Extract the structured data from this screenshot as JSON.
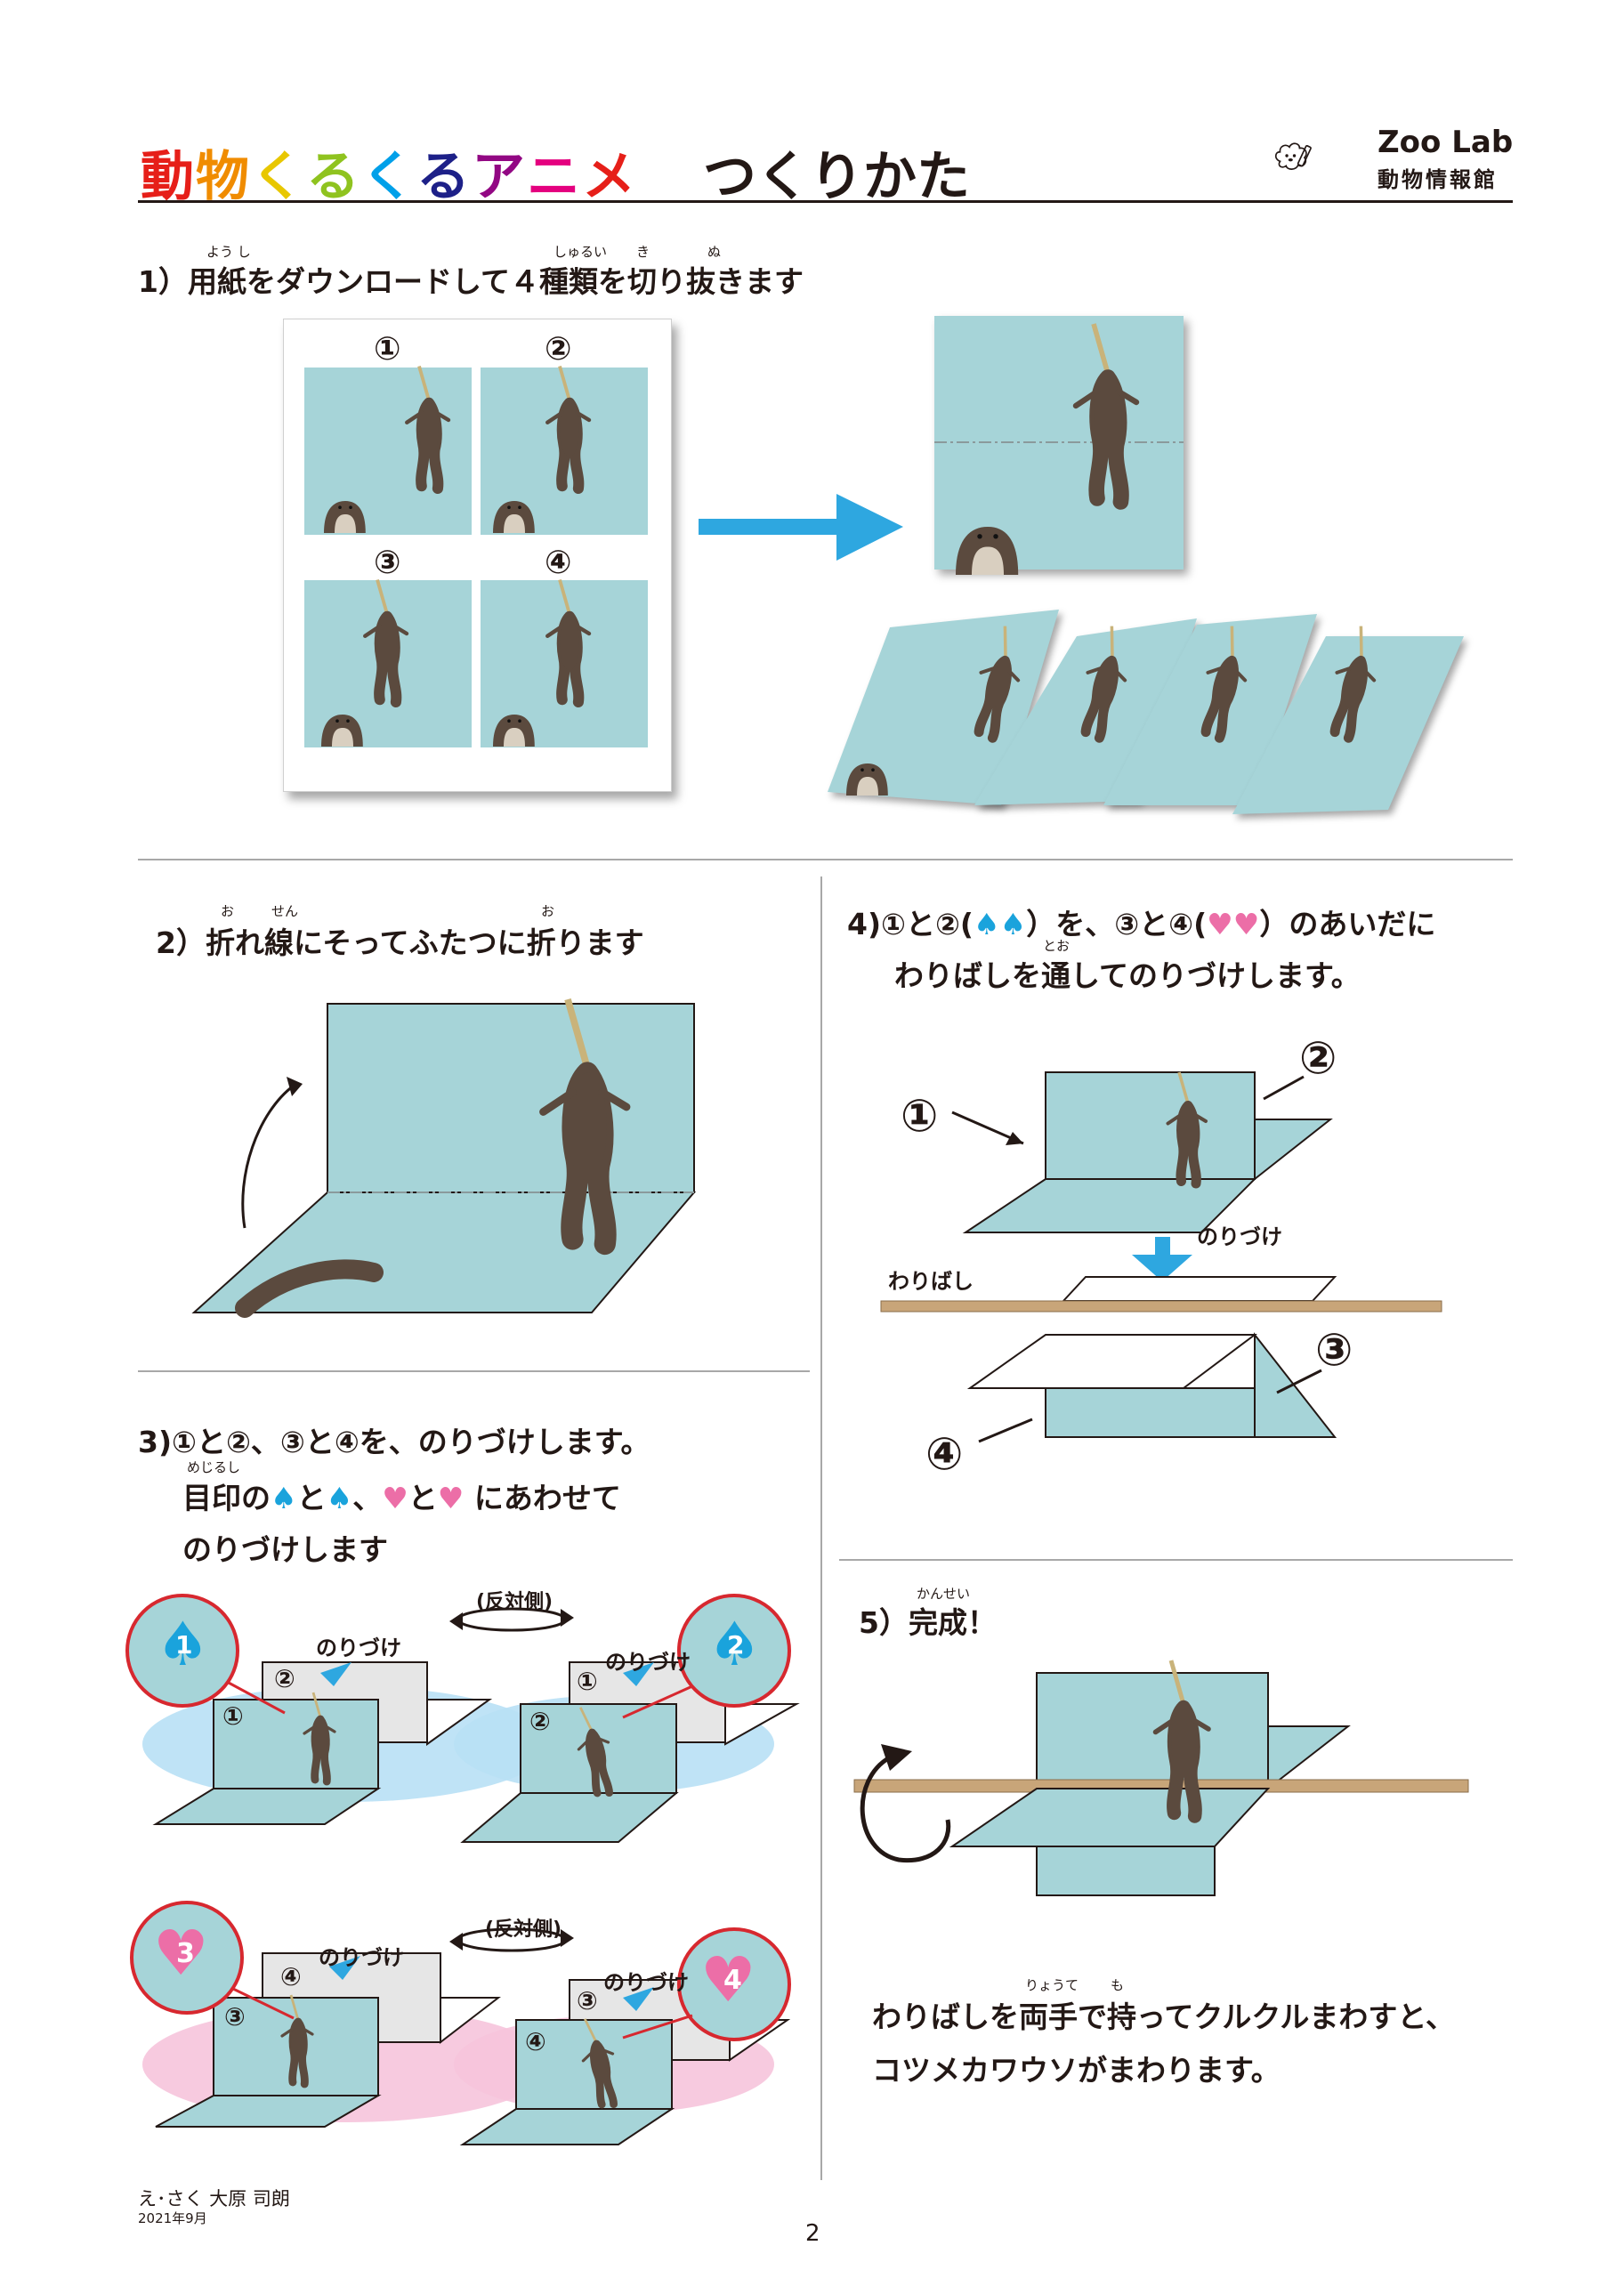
{
  "header": {
    "title_chars": [
      {
        "ch": "動",
        "color": "#e61f19"
      },
      {
        "ch": "物",
        "color": "#f08c00"
      },
      {
        "ch": "く",
        "color": "#e8c700"
      },
      {
        "ch": "る",
        "color": "#8fc31f"
      },
      {
        "ch": "く",
        "color": "#00a0e9"
      },
      {
        "ch": "る",
        "color": "#1d2088"
      },
      {
        "ch": "ア",
        "color": "#920783"
      },
      {
        "ch": "ニ",
        "color": "#e4007f"
      },
      {
        "ch": "メ",
        "color": "#e61f19"
      }
    ],
    "subtitle": "つくりかた",
    "logo_line1": "Zoo Lab",
    "logo_line2": "動物情報館"
  },
  "steps": {
    "s1": {
      "text": "1）用紙をダウンロードして４種類を切り抜きます",
      "ruby1": "よう し",
      "ruby2": "しゅるい",
      "ruby3": "き",
      "ruby4": "ぬ"
    },
    "s2": {
      "text": "2）折れ線にそってふたつに折ります",
      "ruby1": "お",
      "ruby2": "せん",
      "ruby3": "お"
    },
    "s3": {
      "line1": "3)①と②、③と④を、のりづけします。",
      "line2_a": "目印の",
      "line2_b": "と",
      "line2_c": "、",
      "line2_d": "と",
      "line2_e": "にあわせて",
      "line3": "のりづけします",
      "ruby": "めじるし"
    },
    "s4": {
      "line1_a": "4)①と②(",
      "line1_b": "）を、③と④(",
      "line1_c": "）のあいだに",
      "line2": "わりばしを通してのりづけします。",
      "ruby": "とお"
    },
    "s5": {
      "text": "5）完成！",
      "ruby": "かんせい"
    },
    "final": {
      "line1": "わりばしを両手で持ってクルクルまわすと、",
      "line2": "コツメカワウソがまわります。",
      "ruby1": "りょうて",
      "ruby2": "も"
    }
  },
  "labels": {
    "n1": "①",
    "n2": "②",
    "n3": "③",
    "n4": "④",
    "glue": "のりづけ",
    "reverse": "(反対側)",
    "chopstick": "わりばし",
    "badge1": "1",
    "badge2": "2",
    "badge3": "3",
    "badge4": "4"
  },
  "footer": {
    "credit": "え･さく 大原 司朗",
    "date": "2021年9月",
    "page": "2"
  },
  "colors": {
    "card": "#a6d4d8",
    "arrow": "#2ea7e0",
    "spade": "#1aa3dc",
    "heart": "#ec6ea7",
    "callout_border": "#d7282f",
    "otter": "#5b4a3e",
    "rope": "#c9b37a",
    "stick": "#c8a579"
  }
}
